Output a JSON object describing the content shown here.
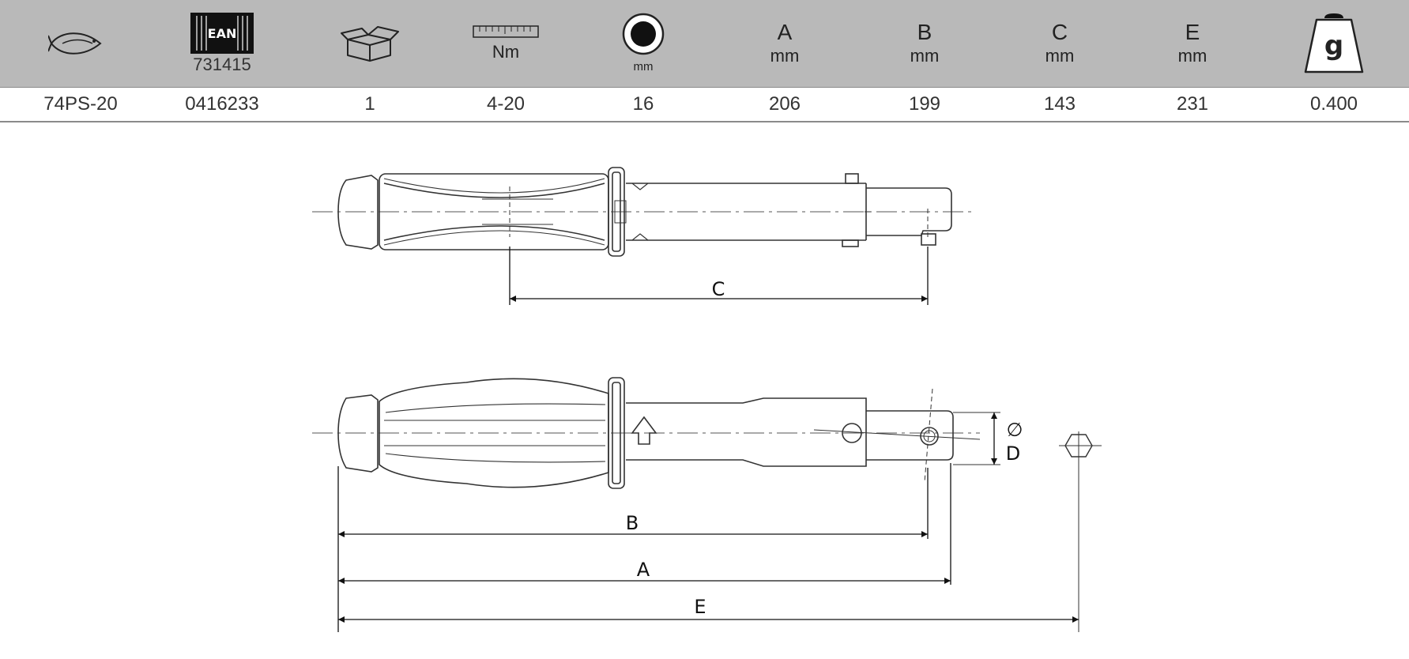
{
  "header": {
    "icons": [
      "fish-icon",
      "ean-barcode-icon",
      "package-box-icon",
      "ruler-scale-icon",
      "square-drive-icon",
      "weight-icon"
    ],
    "ean_code": "731415",
    "ean_badge": "EAN",
    "torque_unit": "Nm",
    "drive_unit": "mm",
    "weight_unit": "g",
    "columns": [
      {
        "letter": "A",
        "unit": "mm"
      },
      {
        "letter": "B",
        "unit": "mm"
      },
      {
        "letter": "C",
        "unit": "mm"
      },
      {
        "letter": "E",
        "unit": "mm"
      }
    ]
  },
  "row": {
    "model": "74PS-20",
    "ean": "0416233",
    "qty": "1",
    "torque_range": "4-20",
    "drive": "16",
    "A": "206",
    "B": "199",
    "C": "143",
    "E": "231",
    "weight": "0.400"
  },
  "drawing": {
    "label_c": "C",
    "label_b": "B",
    "label_a": "A",
    "label_e": "E",
    "label_d": "D",
    "label_diameter": "∅"
  }
}
